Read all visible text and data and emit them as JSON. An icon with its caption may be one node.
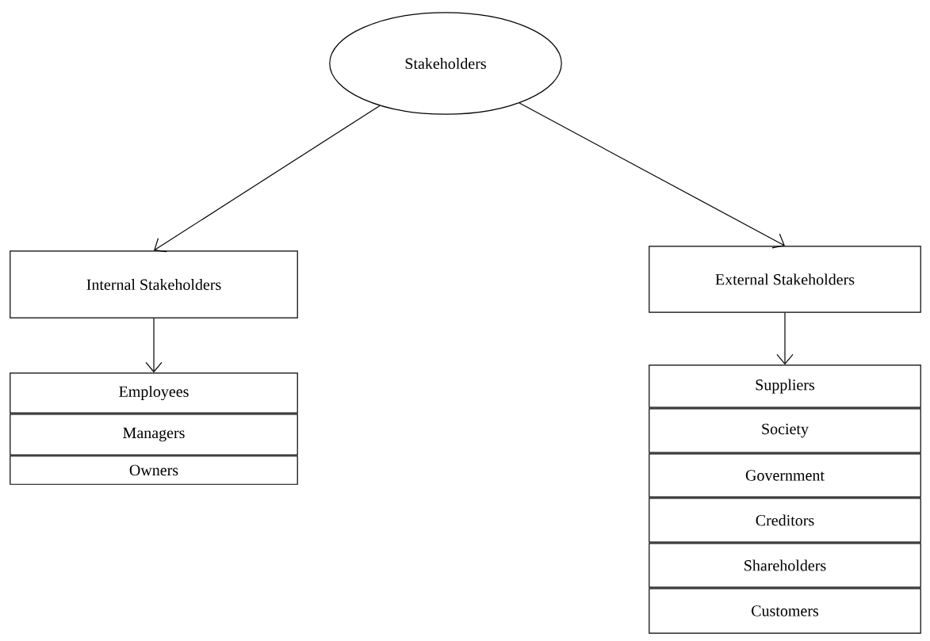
{
  "diagram": {
    "nodes": [
      {
        "text": [
          "Stakeholders"
        ]
      },
      {
        "text": [
          "Internal Stakeholders"
        ]
      },
      {
        "text": [
          "External Stakeholders"
        ]
      },
      {
        "text": [
          "Employees"
        ]
      },
      {
        "text": [
          "Managers"
        ]
      },
      {
        "text": [
          "Owners"
        ]
      },
      {
        "text": [
          "Suppliers"
        ]
      },
      {
        "text": [
          "Society"
        ]
      },
      {
        "text": [
          "Government"
        ]
      },
      {
        "text": [
          "Creditors"
        ]
      },
      {
        "text": [
          "Shareholders"
        ]
      },
      {
        "text": [
          "Customers"
        ]
      }
    ],
    "edges": [
      {
        "from": 0,
        "to": 1,
        "arrow": "to"
      },
      {
        "from": 0,
        "to": 2,
        "arrow": "to"
      },
      {
        "from": 1,
        "to": 3,
        "arrow": "to"
      },
      {
        "from": 2,
        "to": 6,
        "arrow": "to"
      }
    ]
  }
}
